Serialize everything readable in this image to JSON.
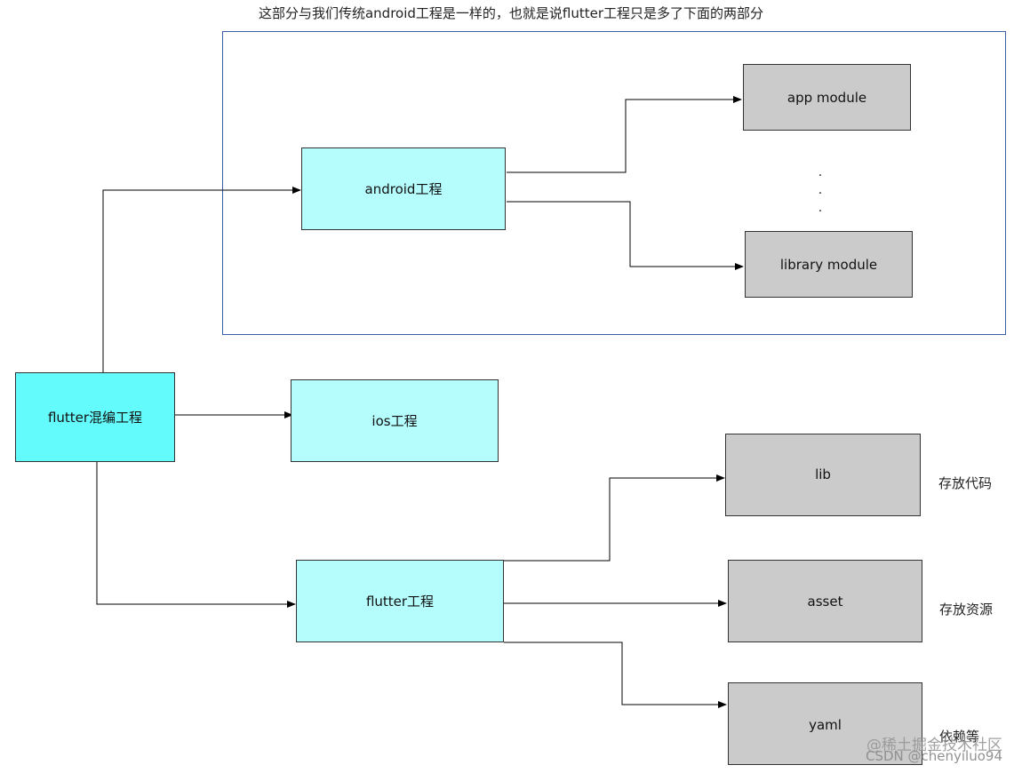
{
  "title": "这部分与我们传统android工程是一样的，也就是说flutter工程只是多了下面的两部分",
  "nodes": {
    "root": "flutter混编工程",
    "android": "android工程",
    "ios": "ios工程",
    "flutter": "flutter工程",
    "app_module": "app module",
    "library_module": "library module",
    "lib": "lib",
    "asset": "asset",
    "yaml": "yaml"
  },
  "ellipsis": [
    "·",
    "·",
    "·"
  ],
  "notes": {
    "lib": "存放代码",
    "asset": "存放资源",
    "yaml": "依赖等"
  },
  "watermarks": {
    "juejin": "@稀土掘金技术社区",
    "csdn": "CSDN @chenyiluo94"
  },
  "colors": {
    "root_fill": "#63fbfb",
    "project_fill": "#b5fcfc",
    "module_fill": "#cbcbcb",
    "group_border": "#3a5fa8"
  }
}
